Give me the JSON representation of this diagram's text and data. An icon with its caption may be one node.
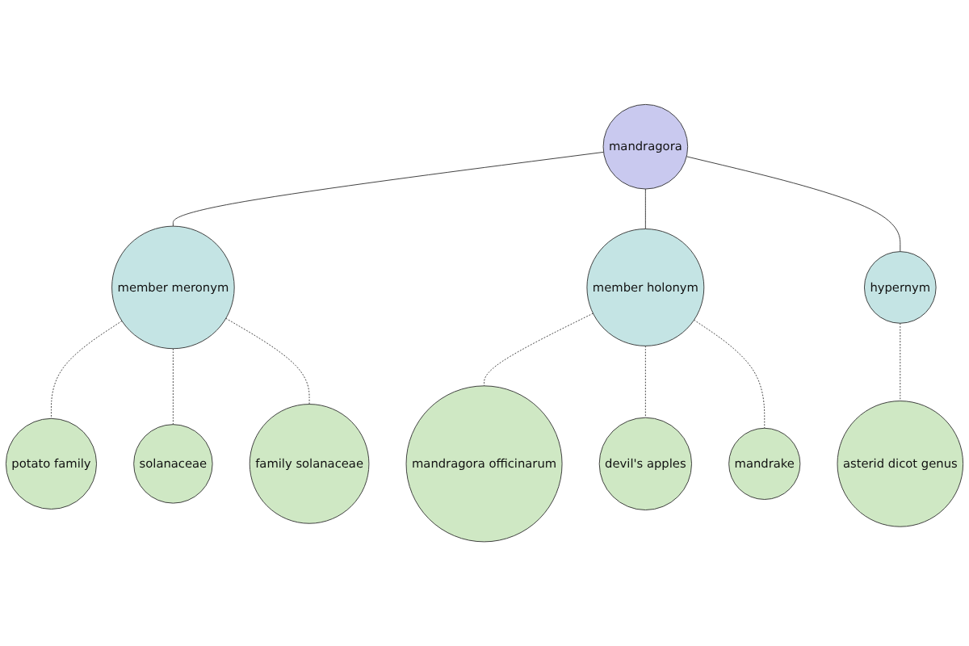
{
  "diagram": {
    "nodes": [
      {
        "text": [
          "mandragora"
        ]
      },
      {
        "text": [
          "member meronym"
        ]
      },
      {
        "text": [
          "potato family"
        ]
      },
      {
        "text": [
          "solanaceae"
        ]
      },
      {
        "text": [
          "family solanaceae"
        ]
      },
      {
        "text": [
          "member holonym"
        ]
      },
      {
        "text": [
          "mandragora officinarum"
        ]
      },
      {
        "text": [
          "devil's apples"
        ]
      },
      {
        "text": [
          "mandrake"
        ]
      },
      {
        "text": [
          "hypernym"
        ]
      },
      {
        "text": [
          "asterid dicot genus"
        ]
      }
    ],
    "edges": [
      {
        "from": 0,
        "to": 1,
        "arrow": "none"
      },
      {
        "from": 1,
        "to": 2,
        "arrow": "none",
        "style": "dashed"
      },
      {
        "from": 1,
        "to": 3,
        "arrow": "none",
        "style": "dashed"
      },
      {
        "from": 1,
        "to": 4,
        "arrow": "none",
        "style": "dashed"
      },
      {
        "from": 0,
        "to": 5,
        "arrow": "none"
      },
      {
        "from": 5,
        "to": 6,
        "arrow": "none",
        "style": "dashed"
      },
      {
        "from": 5,
        "to": 7,
        "arrow": "none",
        "style": "dashed"
      },
      {
        "from": 5,
        "to": 8,
        "arrow": "none",
        "style": "dashed"
      },
      {
        "from": 0,
        "to": 9,
        "arrow": "none"
      },
      {
        "from": 9,
        "to": 10,
        "arrow": "none",
        "style": "dashed"
      }
    ]
  }
}
